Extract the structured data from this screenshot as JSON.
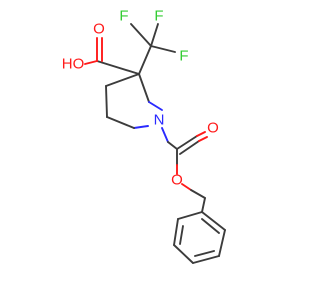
{
  "colors": {
    "bond": "#3c3c3c",
    "oxygen": "#ff1a1a",
    "nitrogen": "#2a2aff",
    "fluorine": "#33cc33",
    "background": "#ffffff"
  },
  "labels": {
    "hydroxyl": "HO",
    "carbonyl_oxygen_acid": "O",
    "fluorine_1": "F",
    "fluorine_2": "F",
    "fluorine_3": "F",
    "nitrogen": "N",
    "carbonyl_oxygen_carbamate": "O",
    "ester_oxygen": "O"
  }
}
